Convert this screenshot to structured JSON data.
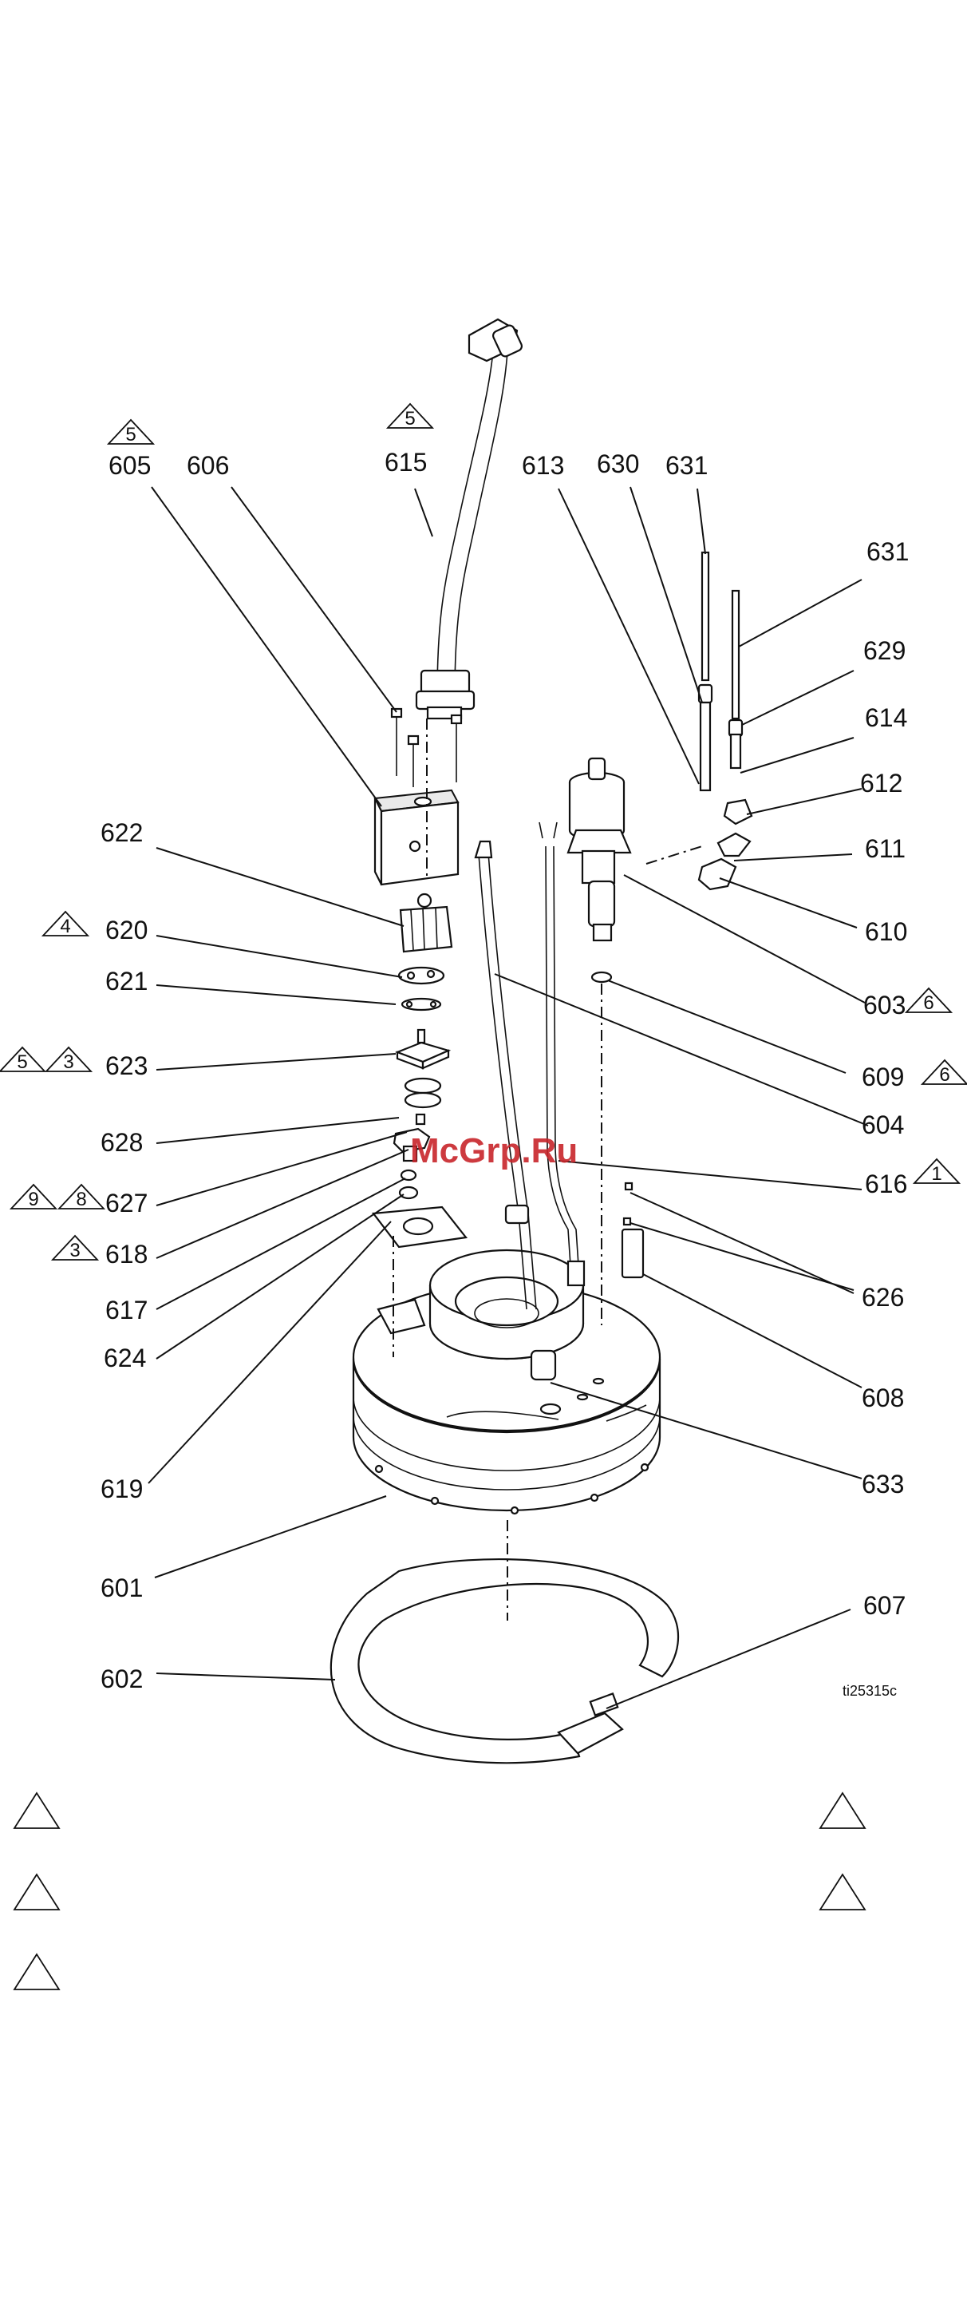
{
  "watermark": "McGrp.Ru",
  "figure_id": "ti25315c",
  "labels": {
    "p605": "605",
    "p606": "606",
    "p615": "615",
    "p613": "613",
    "p630": "630",
    "p631a": "631",
    "p631b": "631",
    "p629": "629",
    "p614": "614",
    "p612": "612",
    "p611": "611",
    "p610": "610",
    "p603": "603",
    "p622": "622",
    "p620": "620",
    "p621": "621",
    "p623": "623",
    "p628": "628",
    "p627": "627",
    "p618": "618",
    "p617": "617",
    "p624": "624",
    "p619": "619",
    "p609": "609",
    "p604": "604",
    "p616": "616",
    "p626": "626",
    "p608": "608",
    "p633": "633",
    "p601": "601",
    "p602": "602",
    "p607": "607"
  },
  "notes": {
    "n605": "5",
    "n615": "5",
    "n620": "4",
    "n623a": "5",
    "n623b": "3",
    "n627a": "9",
    "n627b": "8",
    "n618": "3",
    "n603": "6",
    "n609": "6",
    "n616": "1"
  },
  "icons": [
    "note-triangle-icon"
  ]
}
